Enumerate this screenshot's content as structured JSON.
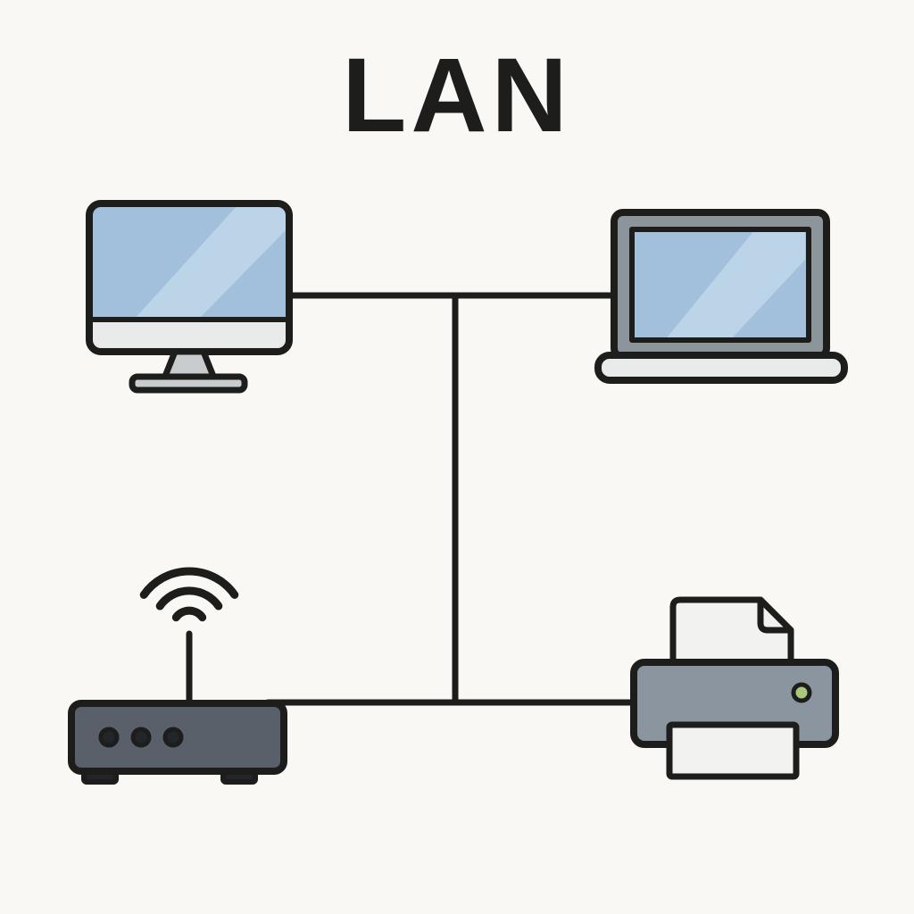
{
  "diagram": {
    "title": "LAN",
    "type": "network-topology",
    "nodes": [
      {
        "id": "desktop-computer",
        "icon": "desktop-monitor-icon",
        "position": "top-left"
      },
      {
        "id": "laptop",
        "icon": "laptop-icon",
        "position": "top-right"
      },
      {
        "id": "wifi-router",
        "icon": "wifi-router-icon",
        "position": "bottom-left"
      },
      {
        "id": "printer",
        "icon": "printer-icon",
        "position": "bottom-right"
      }
    ],
    "links": [
      {
        "from": "desktop-computer",
        "to": "laptop",
        "shape": "horizontal-top"
      },
      {
        "from": "wifi-router",
        "to": "printer",
        "shape": "horizontal-bottom"
      },
      {
        "from": "top-link-midpoint",
        "to": "bottom-link-midpoint",
        "shape": "vertical-center"
      }
    ],
    "colors": {
      "background": "#f9f8f5",
      "ink": "#1d1d1b",
      "screen_blue": "#a2c0dc",
      "screen_highlight": "#bcd4e8",
      "light_gray": "#e9eaea",
      "mid_gray": "#c9ccce",
      "laptop_gray": "#8d959c",
      "router_gray": "#596069",
      "printer_gray": "#8b95a0",
      "paper_white": "#f2f2f0",
      "led_green": "#a9c87c",
      "dot_dark": "#22262b"
    }
  }
}
